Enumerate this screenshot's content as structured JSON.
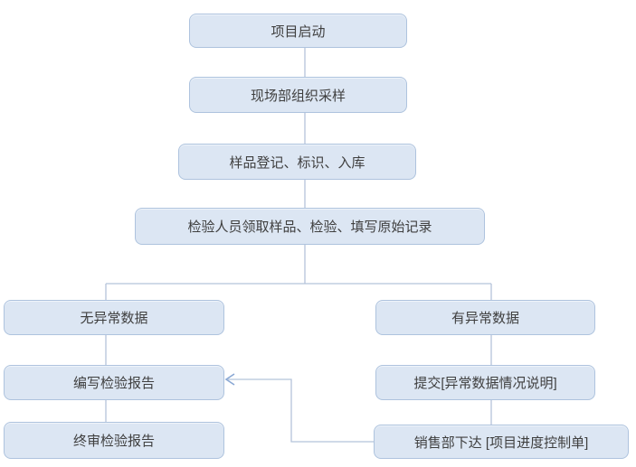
{
  "diagram": {
    "type": "flowchart",
    "background": "#ffffff",
    "colors": {
      "node_fill": "#dce6f3",
      "node_border": "#aec3de",
      "connector": "#b5c3da",
      "arrowhead": "#8aa8d4",
      "text": "#3f3f3f"
    },
    "nodes": [
      {
        "id": "project-start",
        "label": "项目启动"
      },
      {
        "id": "site-sampling",
        "label": "现场部组织采样"
      },
      {
        "id": "sample-register",
        "label": "样品登记、标识、入库"
      },
      {
        "id": "inspect-record",
        "label": "检验人员领取样品、检验、填写原始记录"
      },
      {
        "id": "no-abnormal",
        "label": "无异常数据"
      },
      {
        "id": "has-abnormal",
        "label": "有异常数据"
      },
      {
        "id": "write-report",
        "label": "编写检验报告"
      },
      {
        "id": "submit-note",
        "label": "提交[异常数据情况说明]"
      },
      {
        "id": "final-review",
        "label": "终审检验报告"
      },
      {
        "id": "sales-issue",
        "label": "销售部下达 [项目进度控制单]"
      }
    ],
    "edges": [
      {
        "from": "project-start",
        "to": "site-sampling",
        "arrow": false
      },
      {
        "from": "site-sampling",
        "to": "sample-register",
        "arrow": false
      },
      {
        "from": "sample-register",
        "to": "inspect-record",
        "arrow": false
      },
      {
        "from": "inspect-record",
        "to": "no-abnormal",
        "arrow": false
      },
      {
        "from": "inspect-record",
        "to": "has-abnormal",
        "arrow": false
      },
      {
        "from": "no-abnormal",
        "to": "write-report",
        "arrow": false
      },
      {
        "from": "write-report",
        "to": "final-review",
        "arrow": false
      },
      {
        "from": "has-abnormal",
        "to": "submit-note",
        "arrow": false
      },
      {
        "from": "submit-note",
        "to": "sales-issue",
        "arrow": false
      },
      {
        "from": "sales-issue",
        "to": "write-report",
        "arrow": true
      }
    ]
  }
}
